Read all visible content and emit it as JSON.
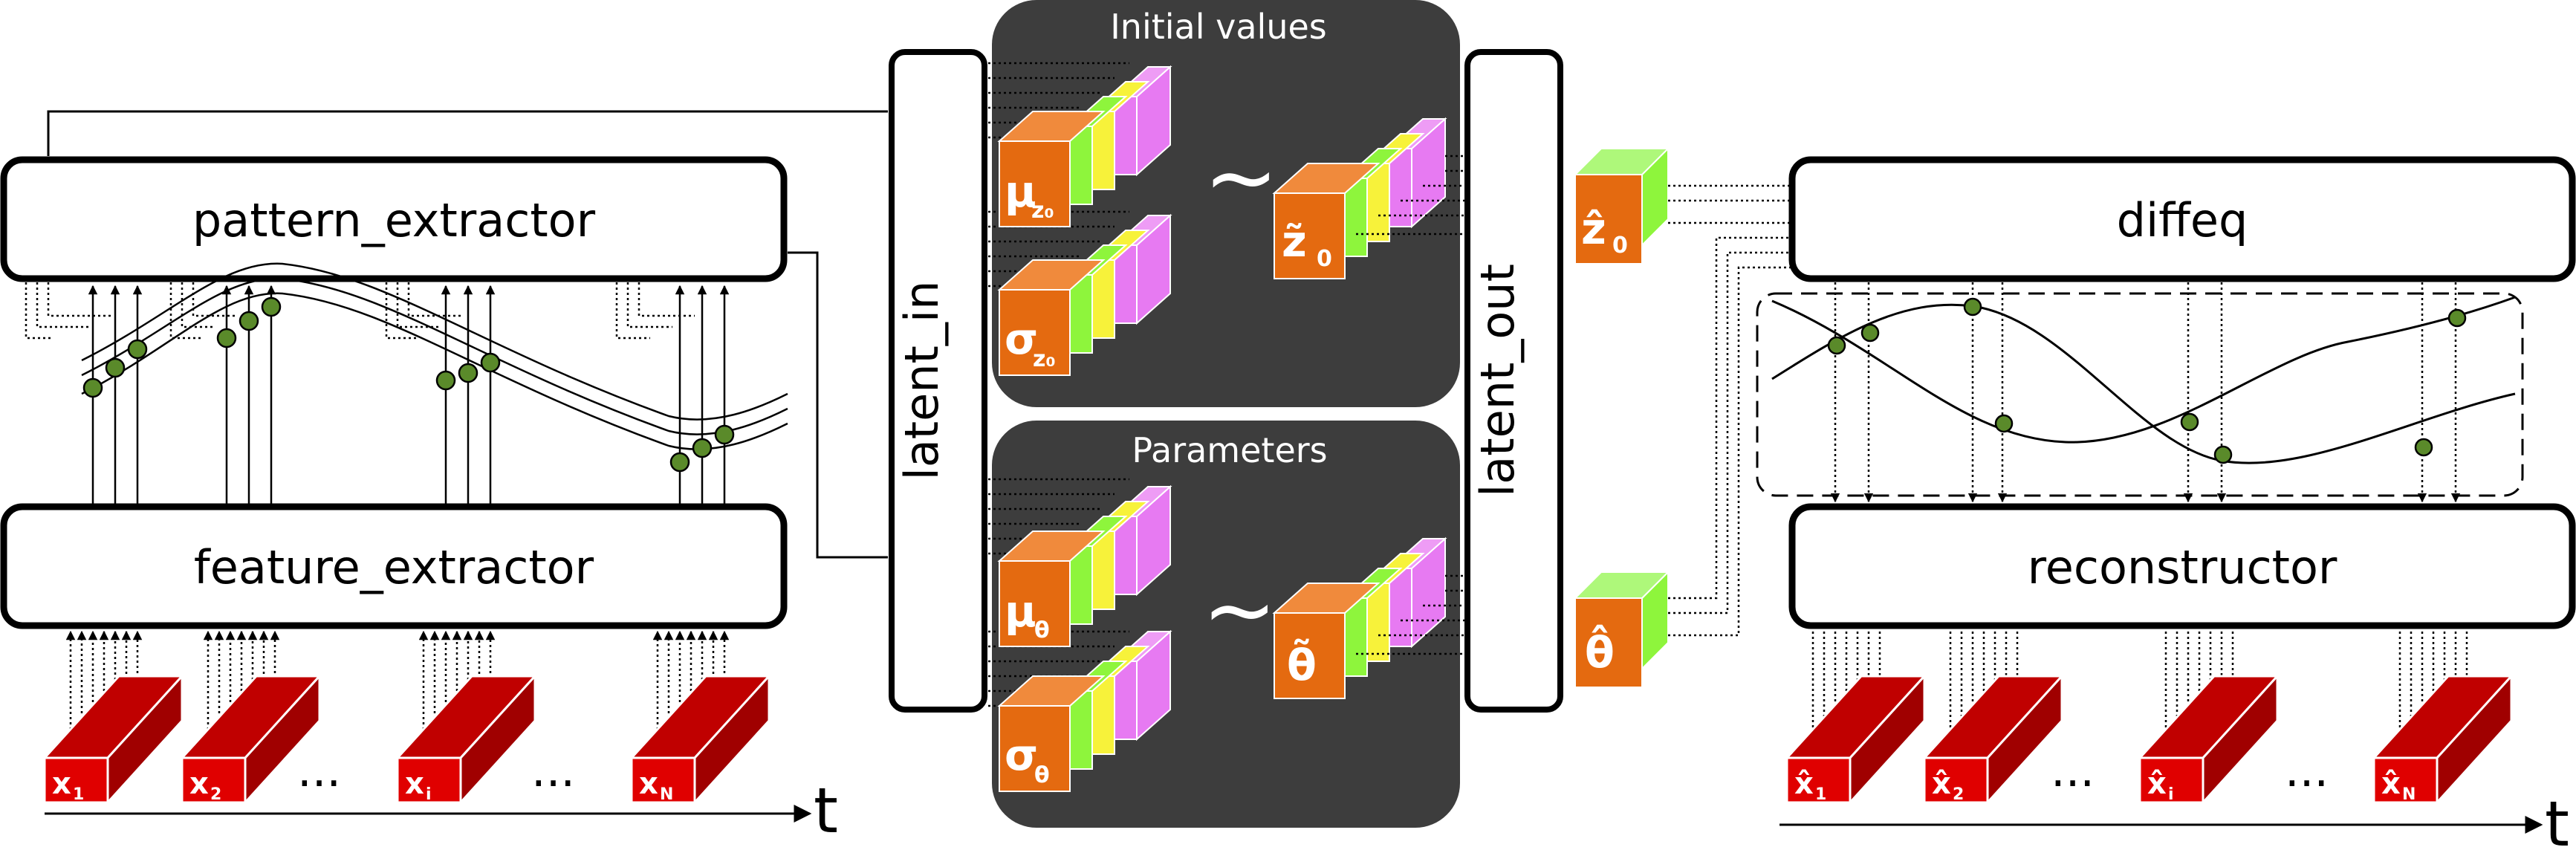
{
  "modules": {
    "pattern_extractor": "pattern_extractor",
    "feature_extractor": "feature_extractor",
    "latent_in": "latent_in",
    "latent_out": "latent_out",
    "diffeq": "diffeq",
    "reconstructor": "reconstructor"
  },
  "panels": {
    "initial_values": "Initial values",
    "parameters": "Parameters"
  },
  "symbols": {
    "mu": "μ",
    "sigma": "σ",
    "sub_z0": "z₀",
    "sub_theta": "θ",
    "z_tilde": "z̃",
    "z_tilde_sub": "0",
    "theta_tilde": "θ̃",
    "z_hat": "ẑ",
    "z_hat_sub": "0",
    "theta_hat": "θ̂",
    "tilde": "~"
  },
  "inputs": {
    "x1": "x",
    "x1_sub": "1",
    "x2": "x",
    "x2_sub": "2",
    "xi": "x",
    "xi_sub": "i",
    "xN": "x",
    "xN_sub": "N",
    "ellipsis": "..."
  },
  "outputs": {
    "x1": "x̂",
    "x1_sub": "1",
    "x2": "x̂",
    "x2_sub": "2",
    "xi": "x̂",
    "xi_sub": "i",
    "xN": "x̂",
    "xN_sub": "N",
    "ellipsis": "..."
  },
  "axis": {
    "time": "t"
  },
  "colors": {
    "panel_bg": "#3d3d3d",
    "cube_orange": "#e46a10",
    "cube_green": "#8ef53c",
    "cube_yellow": "#f7f23a",
    "cube_magenta": "#e77af2",
    "input_red": "#e00000",
    "point_green": "#5a8a2a"
  }
}
